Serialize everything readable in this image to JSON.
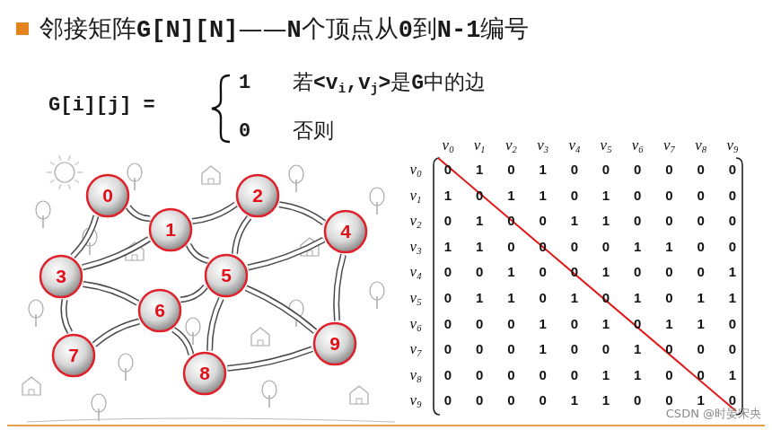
{
  "diagram": {
    "nodes": [
      {
        "text": [
          "0"
        ]
      },
      {
        "text": [
          "1"
        ]
      },
      {
        "text": [
          "2"
        ]
      },
      {
        "text": [
          "3"
        ]
      },
      {
        "text": [
          "4"
        ]
      },
      {
        "text": [
          "5"
        ]
      },
      {
        "text": [
          "6"
        ]
      },
      {
        "text": [
          "7"
        ]
      },
      {
        "text": [
          "8"
        ]
      },
      {
        "text": [
          "9"
        ]
      }
    ],
    "edges": [
      {
        "from": 0,
        "to": 1,
        "arrow": "none"
      },
      {
        "from": 0,
        "to": 3,
        "arrow": "none"
      },
      {
        "from": 1,
        "to": 2,
        "arrow": "none"
      },
      {
        "from": 1,
        "to": 3,
        "arrow": "none"
      },
      {
        "from": 1,
        "to": 5,
        "arrow": "none"
      },
      {
        "from": 2,
        "to": 4,
        "arrow": "none"
      },
      {
        "from": 2,
        "to": 5,
        "arrow": "none"
      },
      {
        "from": 3,
        "to": 6,
        "arrow": "none"
      },
      {
        "from": 3,
        "to": 7,
        "arrow": "none"
      },
      {
        "from": 4,
        "to": 5,
        "arrow": "none"
      },
      {
        "from": 4,
        "to": 9,
        "arrow": "none"
      },
      {
        "from": 5,
        "to": 6,
        "arrow": "none"
      },
      {
        "from": 5,
        "to": 8,
        "arrow": "none"
      },
      {
        "from": 5,
        "to": 9,
        "arrow": "none"
      },
      {
        "from": 6,
        "to": 7,
        "arrow": "none"
      },
      {
        "from": 6,
        "to": 8,
        "arrow": "none"
      },
      {
        "from": 8,
        "to": 9,
        "arrow": "none"
      }
    ],
    "labels": [
      "邻接矩阵G[N][N]——N个顶点从0到N-1编号",
      "G[i][j] =",
      "1",
      "若<vi,vj>是G中的边",
      "0",
      "否则",
      "v0",
      "v1",
      "v2",
      "v3",
      "v4",
      "v5",
      "v6",
      "v7",
      "v8",
      "v9",
      "v0",
      "0",
      "1",
      "0",
      "1",
      "0",
      "0",
      "0",
      "0",
      "0",
      "0",
      "v1",
      "1",
      "0",
      "1",
      "1",
      "0",
      "1",
      "0",
      "0",
      "0",
      "0",
      "v2",
      "0",
      "1",
      "0",
      "0",
      "1",
      "1",
      "0",
      "0",
      "0",
      "0",
      "v3",
      "1",
      "1",
      "0",
      "0",
      "0",
      "0",
      "1",
      "1",
      "0",
      "0",
      "v4",
      "0",
      "0",
      "1",
      "0",
      "0",
      "1",
      "0",
      "0",
      "0",
      "1",
      "v5",
      "0",
      "1",
      "1",
      "0",
      "1",
      "0",
      "1",
      "0",
      "1",
      "1",
      "v6",
      "0",
      "0",
      "0",
      "1",
      "0",
      "1",
      "0",
      "1",
      "1",
      "0",
      "v7",
      "0",
      "0",
      "0",
      "1",
      "0",
      "0",
      "1",
      "0",
      "0",
      "0",
      "v8",
      "0",
      "0",
      "0",
      "0",
      "0",
      "1",
      "1",
      "0",
      "0",
      "1",
      "v9",
      "0",
      "0",
      "0",
      "0",
      "1",
      "1",
      "0",
      "0",
      "1",
      "0",
      "CSDN @时晏宋央"
    ]
  }
}
